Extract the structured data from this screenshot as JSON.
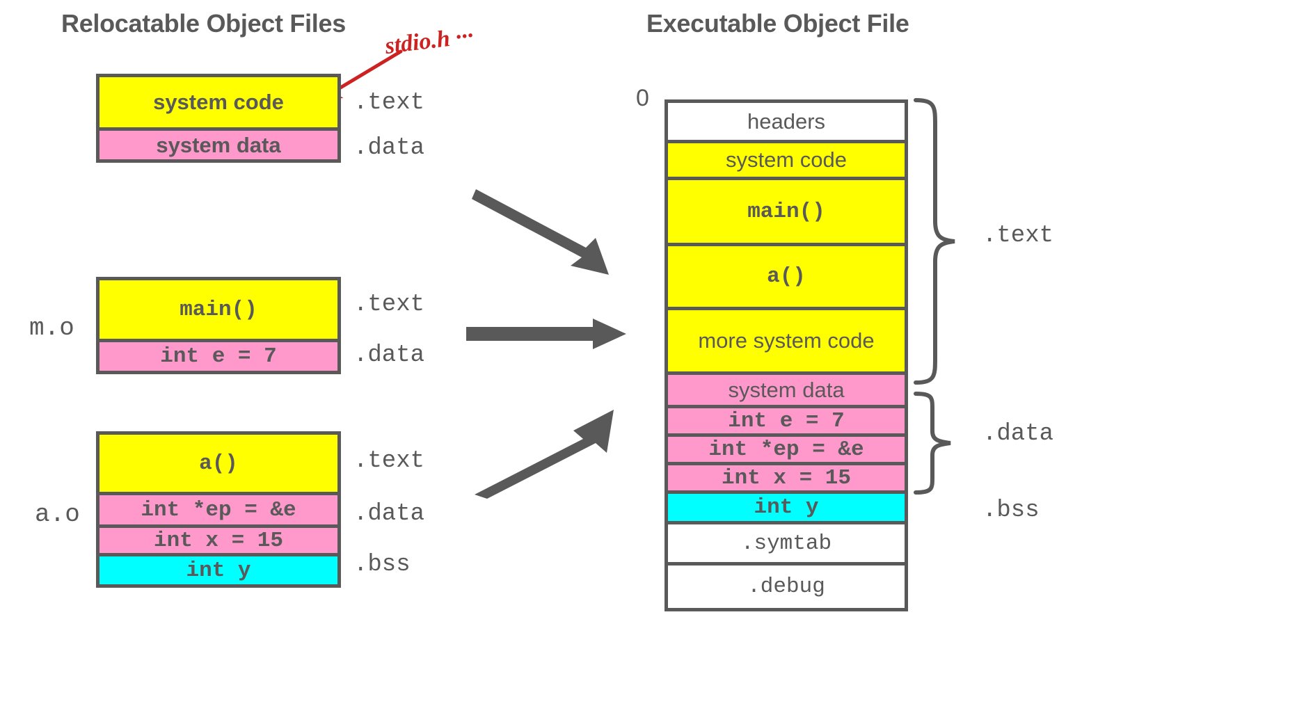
{
  "colors": {
    "text": "#595959",
    "code": "#ffff00",
    "data": "#ff99cc",
    "bss": "#00ffff",
    "headers": "#ffffff",
    "annotation": "#cc2222",
    "arrow": "#595959"
  },
  "headings": {
    "left": "Relocatable Object Files",
    "right": "Executable Object File"
  },
  "annotation": {
    "text": "stdio.h ···",
    "kind": "handwritten-red-note"
  },
  "relocatable": {
    "files": [
      {
        "name": "",
        "sections": [
          {
            "label": "system code",
            "style": "sans",
            "fill": "code",
            "section": ".text"
          },
          {
            "label": "system data",
            "style": "sans",
            "fill": "data",
            "section": ".data"
          }
        ]
      },
      {
        "name": "m.o",
        "sections": [
          {
            "label": "main()",
            "style": "mono",
            "fill": "code",
            "section": ".text"
          },
          {
            "label": "int e = 7",
            "style": "mono",
            "fill": "data",
            "section": ".data"
          }
        ]
      },
      {
        "name": "a.o",
        "sections": [
          {
            "label": "a()",
            "style": "mono",
            "fill": "code",
            "section": ".text"
          },
          {
            "label": "int *ep = &e",
            "style": "mono",
            "fill": "data",
            "section": ".data"
          },
          {
            "label": "int x = 15",
            "style": "mono",
            "fill": "data",
            "section": ""
          },
          {
            "label": "int y",
            "style": "mono",
            "fill": "bss",
            "section": ".bss"
          }
        ]
      }
    ]
  },
  "executable": {
    "origin_label": "0",
    "rows": [
      {
        "label": "headers",
        "style": "sans-reg",
        "fill": "headers"
      },
      {
        "label": "system code",
        "style": "sans-reg",
        "fill": "code"
      },
      {
        "label": "main()",
        "style": "mono",
        "fill": "code"
      },
      {
        "label": "a()",
        "style": "mono",
        "fill": "code"
      },
      {
        "label": "more system code",
        "style": "sans-reg",
        "fill": "code"
      },
      {
        "label": "system data",
        "style": "sans-reg",
        "fill": "data"
      },
      {
        "label": "int e = 7",
        "style": "mono",
        "fill": "data"
      },
      {
        "label": "int *ep = &e",
        "style": "mono",
        "fill": "data"
      },
      {
        "label": "int x = 15",
        "style": "mono",
        "fill": "data"
      },
      {
        "label": "int y",
        "style": "mono",
        "fill": "bss"
      },
      {
        "label": ".symtab",
        "style": "mono-reg",
        "fill": "headers"
      },
      {
        "label": ".debug",
        "style": "mono-reg",
        "fill": "headers"
      }
    ],
    "braces": [
      {
        "label": ".text"
      },
      {
        "label": ".data"
      }
    ],
    "bss_label": ".bss"
  },
  "arrows": [
    {
      "from": "system code / system data",
      "to": "executable .text"
    },
    {
      "from": "m.o",
      "to": "executable .text"
    },
    {
      "from": "a.o",
      "to": "executable .data"
    }
  ]
}
